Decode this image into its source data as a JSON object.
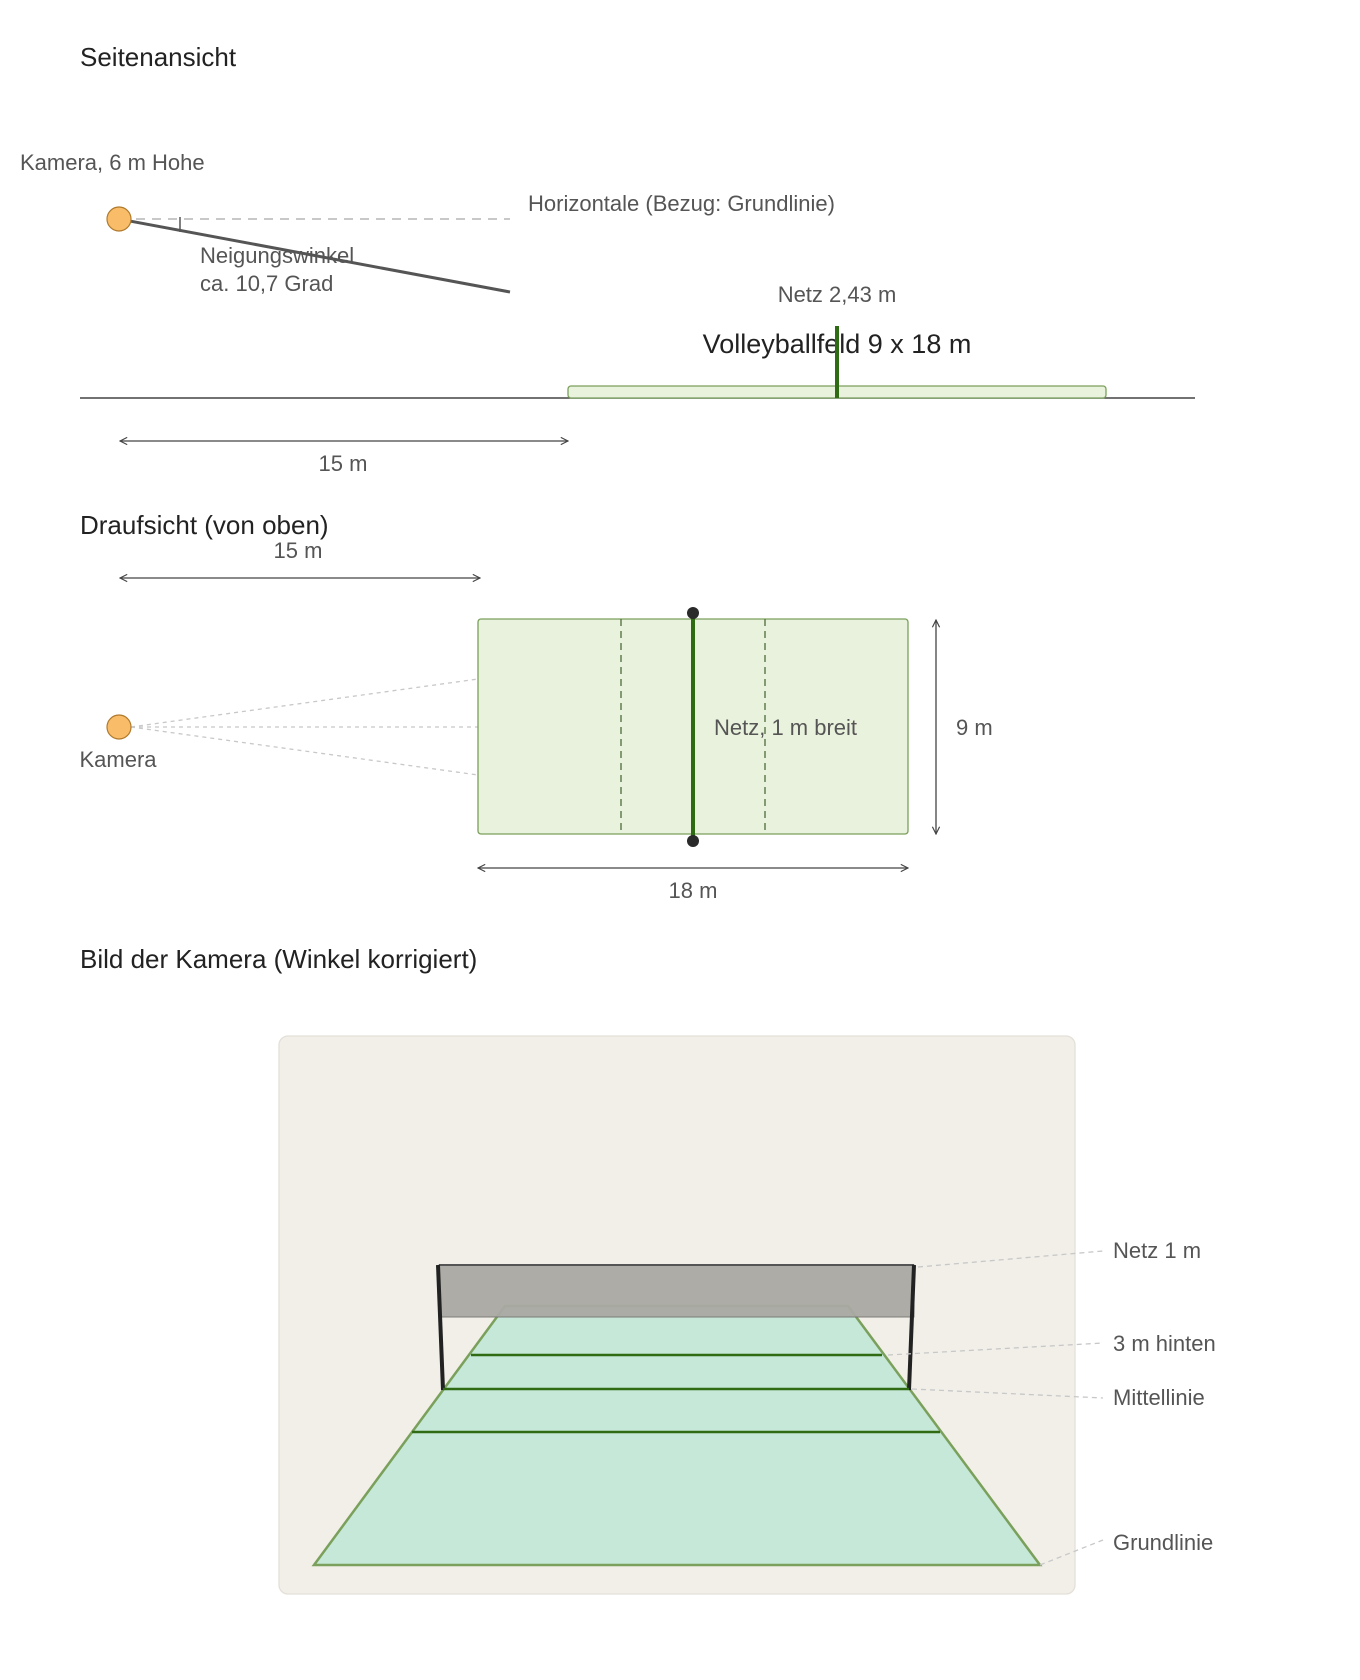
{
  "colors": {
    "court_fill": "#e9f2dc",
    "court_stroke": "#7aa05b",
    "net_green": "#2f6b12",
    "camera_fill": "#f9bd6a",
    "camera_stroke": "#b07a2c",
    "camera_view_bg": "#f1efe8",
    "persp_court_fill": "#c5e8d8",
    "persp_net_fill": "#aaa9a3",
    "post": "#222222"
  },
  "side_view": {
    "title": "Seitenansicht",
    "camera_label": "Kamera, 6 m Hohe",
    "horizontal_label": "Horizontale (Bezug: Grundlinie)",
    "tilt_label_line1": "Neigungswinkel",
    "tilt_label_line2": "ca. 10,7 Grad",
    "net_label": "Netz 2,43 m",
    "field_label": "Volleyballfeld 9 x 18 m",
    "distance_label": "15 m"
  },
  "top_view": {
    "title": "Draufsicht (von oben)",
    "distance_label": "15 m",
    "camera_label": "Kamera",
    "net_label": "Netz, 1 m breit",
    "width_label": "9 m",
    "length_label": "18 m"
  },
  "camera_view": {
    "title": "Bild der Kamera (Winkel korrigiert)",
    "labels": {
      "net": "Netz 1 m",
      "back_3m": "3 m hinten",
      "center": "Mittellinie",
      "baseline": "Grundlinie"
    }
  }
}
